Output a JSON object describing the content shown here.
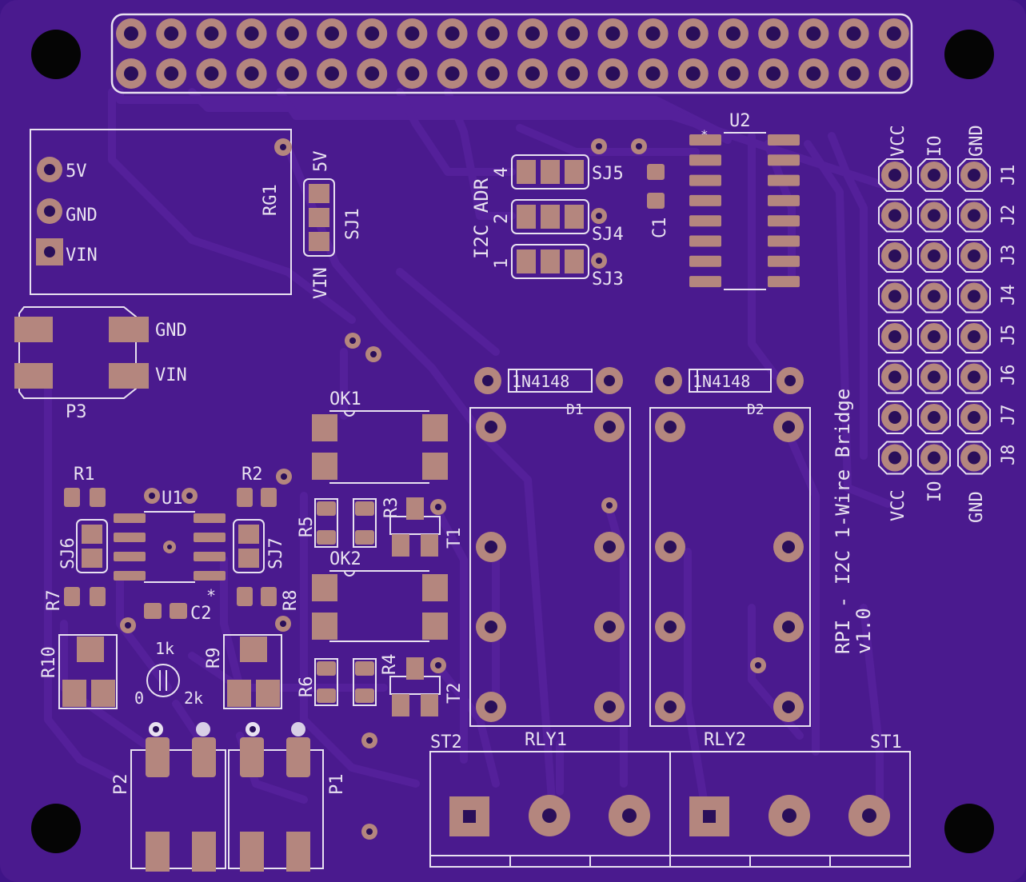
{
  "board": {
    "title": "RPI - I2C 1-Wire Bridge",
    "version": "v1.0",
    "colors": {
      "substrate": "#4a1a8e",
      "copper_trace": "#54209a",
      "pad": "#b4867e",
      "silkscreen": "#e8e1f0",
      "hole": "#050505"
    }
  },
  "labels": {
    "rg1": "RG1",
    "rg_5v": "5V",
    "rg_gnd": "GND",
    "rg_vin": "VIN",
    "sj1": "SJ1",
    "sj1_5v": "5V",
    "sj1_vin": "VIN",
    "p3": "P3",
    "p3_gnd": "GND",
    "p3_vin": "VIN",
    "i2c_adr": "I2C ADR",
    "adr_4": "4",
    "adr_2": "2",
    "adr_1": "1",
    "sj5": "SJ5",
    "sj4": "SJ4",
    "sj3": "SJ3",
    "c1": "C1",
    "u2": "U2",
    "u2_star": "*",
    "hdr_vcc": "VCC",
    "hdr_io": "IO",
    "hdr_gnd": "GND",
    "ftr_vcc": "VCC",
    "ftr_io": "IO",
    "ftr_gnd": "GND",
    "j1": "J1",
    "j2": "J2",
    "j3": "J3",
    "j4": "J4",
    "j5": "J5",
    "j6": "J6",
    "j7": "J7",
    "j8": "J8",
    "ok1": "OK1",
    "ok2": "OK2",
    "r1": "R1",
    "r2": "R2",
    "r3": "R3",
    "r4": "R4",
    "r5": "R5",
    "r6": "R6",
    "r7": "R7",
    "r8": "R8",
    "r9": "R9",
    "r10": "R10",
    "u1": "U1",
    "u1_star": "*",
    "sj6": "SJ6",
    "sj7": "SJ7",
    "c2": "C2",
    "pot_1k": "1k",
    "pot_0": "0",
    "pot_2k": "2k",
    "t1": "T1",
    "t2": "T2",
    "d1_part": "1N4148",
    "d2_part": "1N4148",
    "d1": "D1",
    "d2": "D2",
    "rly1": "RLY1",
    "rly2": "RLY2",
    "st1": "ST1",
    "st2": "ST2",
    "p1": "P1",
    "p2": "P2"
  }
}
